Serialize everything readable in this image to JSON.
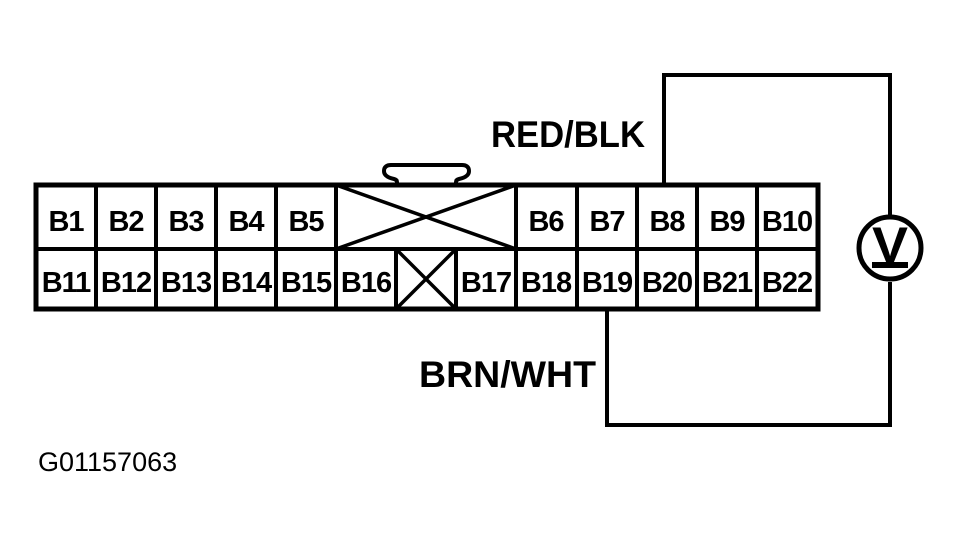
{
  "figure": {
    "code": "G01157063"
  },
  "connector": {
    "pins_top": [
      "B1",
      "B2",
      "B3",
      "B4",
      "B5",
      "B6",
      "B7",
      "B8",
      "B9",
      "B10"
    ],
    "pins_bottom": [
      "B11",
      "B12",
      "B13",
      "B14",
      "B15",
      "B16",
      "B17",
      "B18",
      "B19",
      "B20",
      "B21",
      "B22"
    ]
  },
  "wires": {
    "top_label": "RED/BLK",
    "bottom_label": "BRN/WHT"
  },
  "meter": {
    "symbol": "V"
  },
  "colors": {
    "ink": "#000000",
    "paper": "#ffffff"
  }
}
